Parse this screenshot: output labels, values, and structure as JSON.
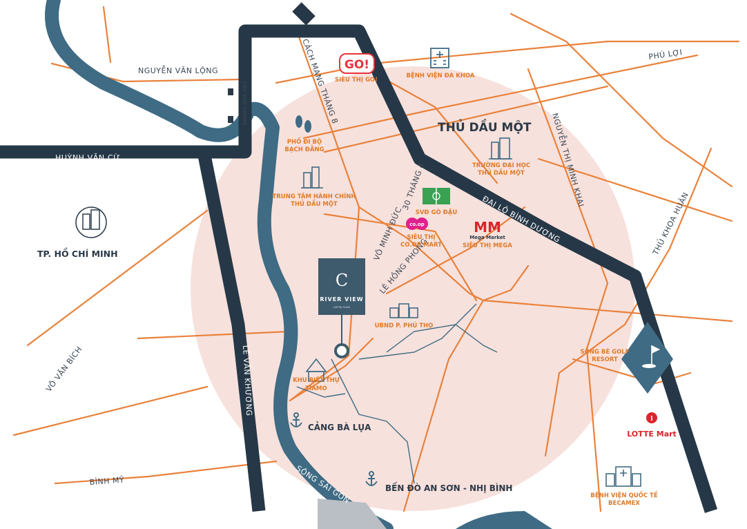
{
  "colors": {
    "river": "#3f6b84",
    "highway": "#263847",
    "local_road": "#e9813a",
    "zone": "#f7e1dc",
    "poi_orange": "#e07a27",
    "poi_icon": "#3f6b84",
    "go_red": "#e8323c",
    "coop_pink": "#e0208c",
    "mega_red": "#d9252b",
    "lotte_red": "#d9252b",
    "pitch_green": "#3aa052"
  },
  "roads": {
    "nguyen_van_long": "NGUYỄN VĂN LỘNG",
    "cach_mang_thang_8": "CÁCH MẠNG THÁNG 8",
    "phu_loi": "PHÚ LỢI",
    "nguyen_thi_minh_khai": "NGUYỄN THỊ MINH KHAI",
    "thu_khoa_huan": "THỦ KHOA HUÂN",
    "huynh_van_cu": "HUỲNH VĂN CỪ",
    "le_van_khuong": "LÊ VĂN KHƯƠNG",
    "vo_van_bich": "VÕ VĂN BÍCH",
    "binh_my": "BÌNH MỸ",
    "dai_lo_binh_duong": "ĐẠI LỘ BÌNH DƯƠNG",
    "thang_30_4": "30 THÁNG 4",
    "vo_minh_duc": "VÕ MINH ĐỨC",
    "le_hong_phong": "LÊ HỒNG PHONG",
    "cau_phu_cuong": "CẦU PHÚ CƯỜNG"
  },
  "rivers": {
    "top": "SÔNG SÀI GÒN",
    "bottom": "SÔNG SÀI GÒN"
  },
  "places": {
    "thu_dau_mot": "THỦ DẦU MỘT",
    "tp_hcm": "TP. HỒ CHÍ MINH"
  },
  "pois": {
    "go": {
      "logo": "GO!",
      "label": "SIÊU THỊ GO!",
      "icon": "go-logo-icon"
    },
    "benh_vien_da_khoa": {
      "label": "BỆNH VIỆN ĐA KHOA",
      "icon": "hospital-icon"
    },
    "pho_di_bo_l1": "PHỐ ĐI BỘ",
    "pho_di_bo_l2": "BẠCH ĐẰNG",
    "trung_tam_hanh_chinh_l1": "TRUNG TÂM HÀNH CHÍNH",
    "trung_tam_hanh_chinh_l2": "THỦ DẦU MỘT",
    "dai_hoc_l1": "TRƯỜNG ĐẠI HỌC",
    "dai_hoc_l2": "THỦ DẦU MỘT",
    "svd_go_dau": "SVĐ GÒ ĐẬU",
    "coop": {
      "logo": "co.op",
      "l1": "SIÊU THỊ",
      "l2": "CO.OP MART"
    },
    "mega": {
      "logo": "Mega Market",
      "label": "SIÊU THỊ MEGA"
    },
    "ubnd": "UBND P. PHÚ THỌ",
    "tiamo_l1": "KHU BIỆT THỰ",
    "tiamo_l2": "TIAMO",
    "golf_l1": "SÔNG BÉ GOLF",
    "golf_l2": "RESORT",
    "lotte": "LOTTE Mart",
    "becamex_l1": "BỆNH VIỆN QUỐC TẾ",
    "becamex_l2": "BECAMEX"
  },
  "ports": {
    "cang_ba_lua": "CẢNG BÀ LỤA",
    "ben_do": "BẾN ĐÒ AN SƠN - NHỊ BÌNH"
  },
  "project": {
    "name": "RIVER VIEW",
    "tagline": "CAPITAL PLAZA"
  }
}
